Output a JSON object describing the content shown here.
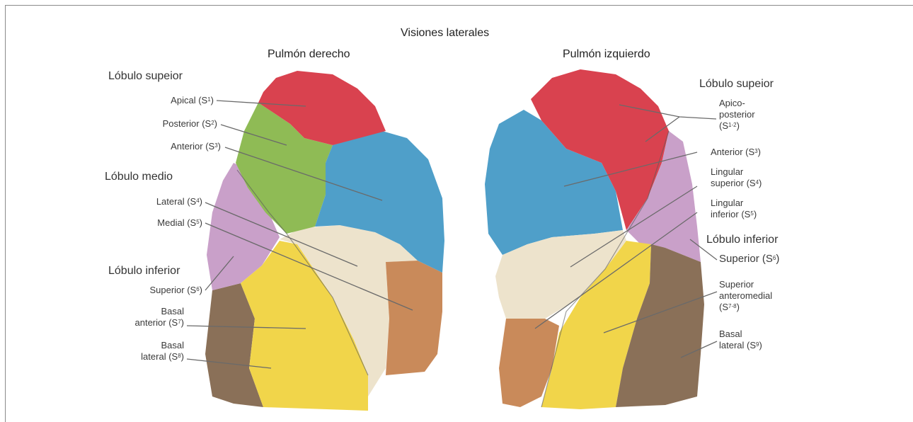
{
  "titles": {
    "main": "Visiones laterales",
    "right_lung": "Pulmón derecho",
    "left_lung": "Pulmón izquierdo"
  },
  "right_lung": {
    "lobe_superior": "Lóbulo supeior",
    "lobe_medio": "Lóbulo medio",
    "lobe_inferior": "Lóbulo inferior",
    "segments": {
      "apical": {
        "text": "Apical (S",
        "sup": "1",
        "close": ")"
      },
      "posterior": {
        "text": "Posterior (S",
        "sup": "2",
        "close": ")"
      },
      "anterior": {
        "text": "Anterior (S",
        "sup": "3",
        "close": ")"
      },
      "lateral": {
        "text": "Lateral (S",
        "sup": "4",
        "close": ")"
      },
      "medial": {
        "text": "Medial (S",
        "sup": "5",
        "close": ")"
      },
      "superior": {
        "text": "Superior (S",
        "sup": "6",
        "close": ")"
      },
      "basal_anterior": {
        "line1": "Basal",
        "text": "anterior (S",
        "sup": "7",
        "close": ")"
      },
      "basal_lateral": {
        "line1": "Basal",
        "text": "lateral (S",
        "sup": "8",
        "close": ")"
      }
    }
  },
  "left_lung": {
    "lobe_superior": "Lóbulo supeior",
    "lobe_inferior": "Lóbulo inferior",
    "segments": {
      "apicoposterior": {
        "line1": "Apico-",
        "line2": "posterior",
        "text": "(S",
        "sup": "1-2",
        "close": ")"
      },
      "anterior": {
        "text": "Anterior (S",
        "sup": "3",
        "close": ")"
      },
      "lingular_superior": {
        "line1": "Lingular",
        "text": "superior (S",
        "sup": "4",
        "close": ")"
      },
      "lingular_inferior": {
        "line1": "Lingular",
        "text": "inferior (S",
        "sup": "5",
        "close": ")"
      },
      "superior": {
        "text": "Superior (S",
        "sup": "6",
        "close": ")"
      },
      "superior_anteromedial": {
        "line1": "Superior",
        "line2": "anteromedial",
        "text": "(S",
        "sup": "7-8",
        "close": ")"
      },
      "basal_lateral": {
        "line1": "Basal",
        "text": "lateral (S",
        "sup": "9",
        "close": ")"
      }
    }
  },
  "colors": {
    "apical": "#d9424f",
    "posterior": "#8fbb55",
    "anterior": "#4f9fc9",
    "lateral": "#ede3cc",
    "medial": "#c98a5a",
    "superior": "#c9a0c9",
    "basal_anterior": "#f1d54a",
    "basal_lateral": "#8a7058",
    "leader": "#6a6a6a"
  }
}
